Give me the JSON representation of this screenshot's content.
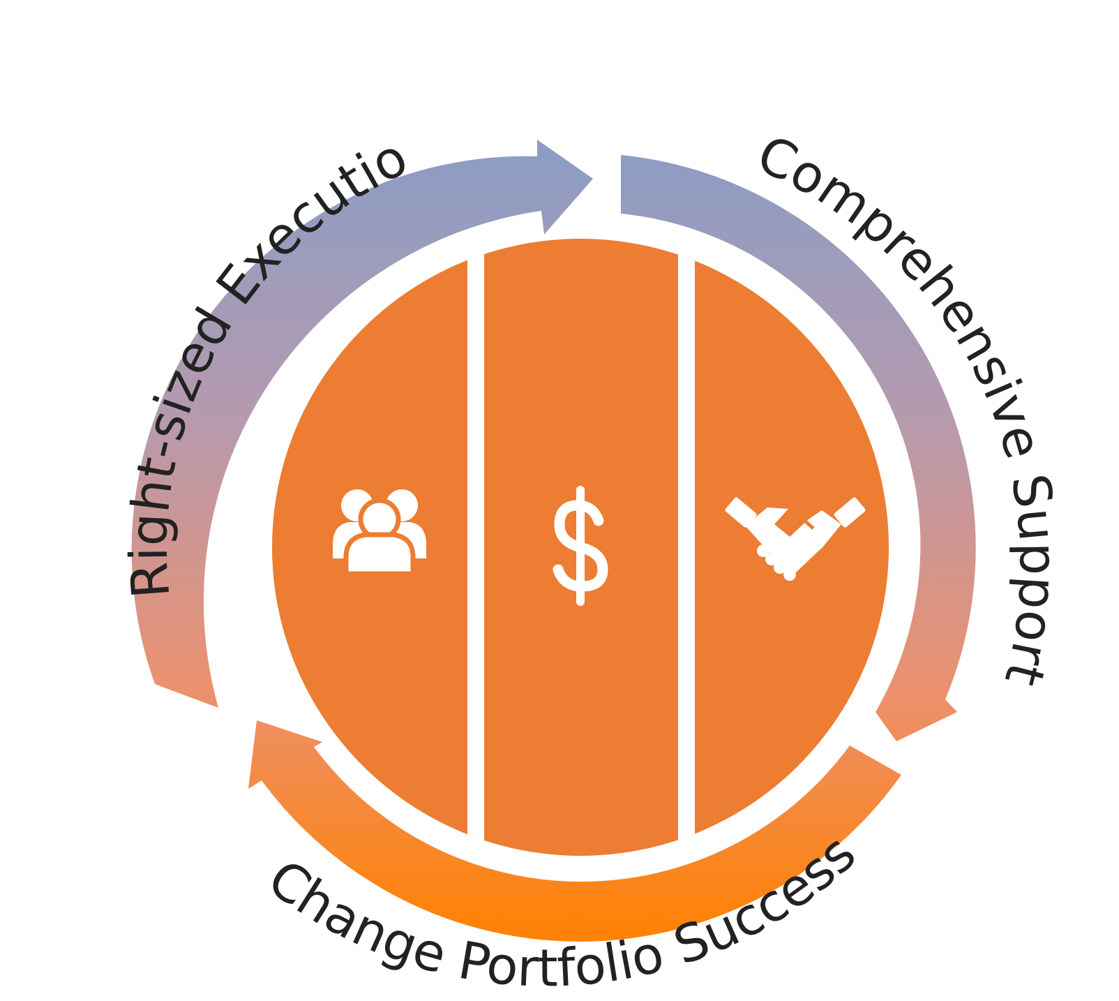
{
  "cycle": {
    "labels": {
      "left": "Right-sized Execution",
      "right": "Comprehensive Support",
      "bottom": "Change Portfolio Success"
    },
    "icons": [
      "people-group-icon",
      "dollar-icon",
      "handshake-icon"
    ],
    "colors": {
      "segment_fill": "#ec7d32",
      "arrow_top": "#8e9ec4",
      "arrow_bottom": "#ff8a14",
      "divider": "#ffffff",
      "text": "#222222"
    }
  }
}
